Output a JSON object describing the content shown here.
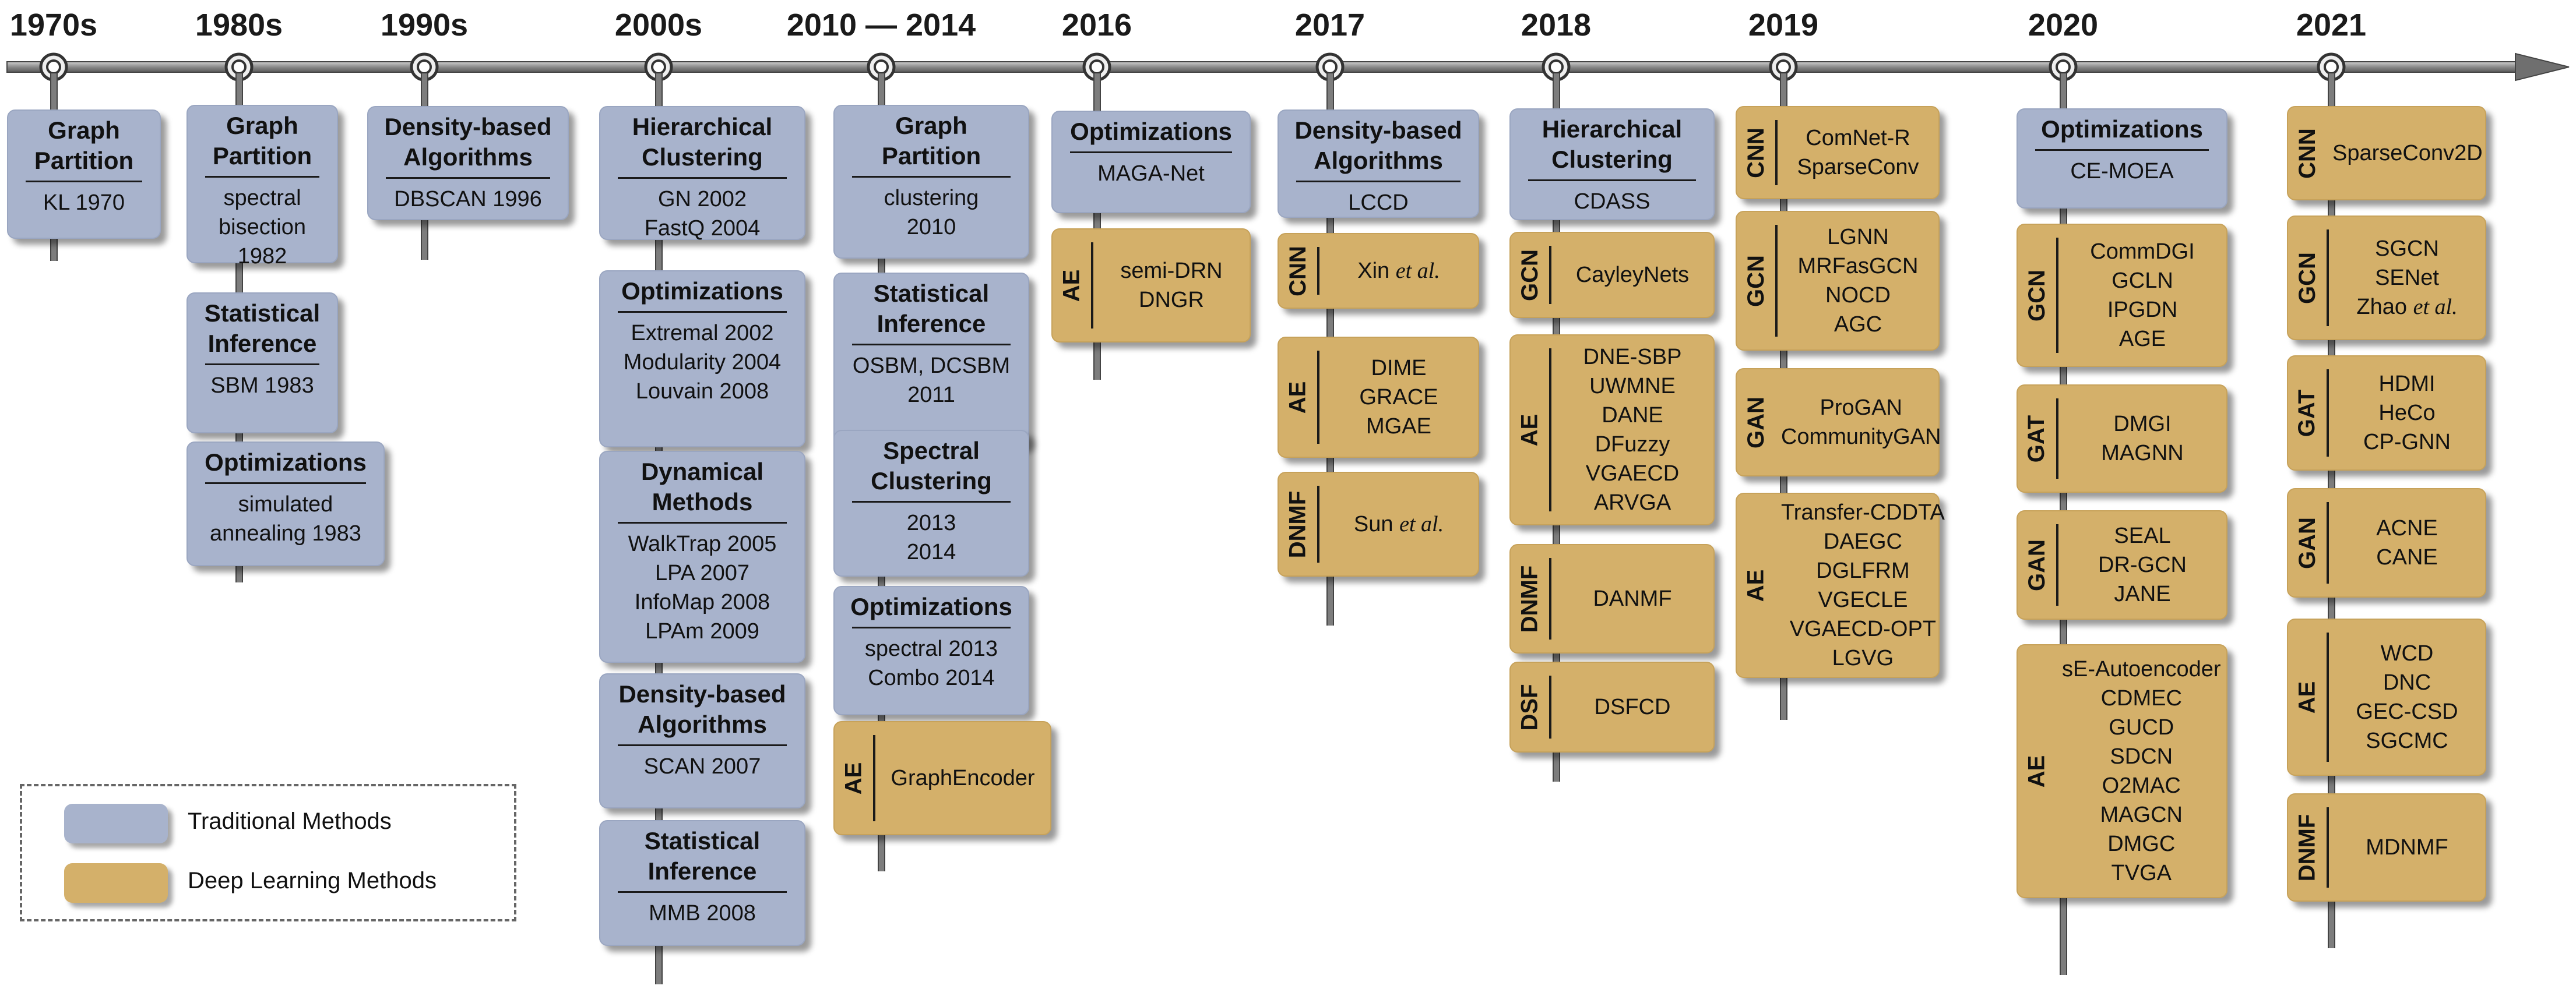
{
  "colors": {
    "traditional": "#a8b3cc",
    "deep_learning": "#d4b06a",
    "axis": "#7d7d7d"
  },
  "timeline": {
    "eras": [
      {
        "year": "1970s",
        "cards": [
          {
            "kind": "traditional",
            "title": "Graph Partition",
            "items": [
              "KL 1970"
            ]
          }
        ]
      },
      {
        "year": "1980s",
        "cards": [
          {
            "kind": "traditional",
            "title": "Graph Partition",
            "items": [
              "spectral",
              "bisection",
              "1982"
            ]
          },
          {
            "kind": "traditional",
            "title": "Statistical Inference",
            "items": [
              "SBM 1983"
            ]
          },
          {
            "kind": "traditional",
            "title": "Optimizations",
            "items": [
              "simulated",
              "annealing 1983"
            ]
          }
        ]
      },
      {
        "year": "1990s",
        "cards": [
          {
            "kind": "traditional",
            "title": "Density-based Algorithms",
            "items": [
              "DBSCAN 1996"
            ]
          }
        ]
      },
      {
        "year": "2000s",
        "cards": [
          {
            "kind": "traditional",
            "title": "Hierarchical Clustering",
            "items": [
              "GN 2002",
              "FastQ 2004"
            ]
          },
          {
            "kind": "traditional",
            "title": "Optimizations",
            "items": [
              "Extremal 2002",
              "Modularity 2004",
              "Louvain 2008"
            ]
          },
          {
            "kind": "traditional",
            "title": "Dynamical Methods",
            "items": [
              "WalkTrap 2005",
              "LPA 2007",
              "InfoMap 2008",
              "LPAm 2009"
            ]
          },
          {
            "kind": "traditional",
            "title": "Density-based Algorithms",
            "items": [
              "SCAN 2007"
            ]
          },
          {
            "kind": "traditional",
            "title": "Statistical Inference",
            "items": [
              "MMB 2008"
            ]
          }
        ]
      },
      {
        "year": "2010 — 2014",
        "cards": [
          {
            "kind": "traditional",
            "title": "Graph Partition",
            "items": [
              "clustering",
              "2010"
            ]
          },
          {
            "kind": "traditional",
            "title": "Statistical Inference",
            "items": [
              "OSBM, DCSBM",
              "2011"
            ]
          },
          {
            "kind": "traditional",
            "title": "Spectral Clustering",
            "items": [
              "2013",
              "2014"
            ]
          },
          {
            "kind": "traditional",
            "title": "Optimizations",
            "items": [
              "spectral 2013",
              "Combo 2014"
            ]
          },
          {
            "kind": "deep",
            "label": "AE",
            "items": [
              "GraphEncoder"
            ]
          }
        ]
      },
      {
        "year": "2016",
        "cards": [
          {
            "kind": "traditional",
            "title": "Optimizations",
            "items": [
              "MAGA-Net"
            ]
          },
          {
            "kind": "deep",
            "label": "AE",
            "items": [
              "semi-DRN",
              "DNGR"
            ]
          }
        ]
      },
      {
        "year": "2017",
        "cards": [
          {
            "kind": "traditional",
            "title": "Density-based Algorithms",
            "items": [
              "LCCD"
            ]
          },
          {
            "kind": "deep",
            "label": "CNN",
            "items": [
              "Xin et al."
            ]
          },
          {
            "kind": "deep",
            "label": "AE",
            "items": [
              "DIME",
              "GRACE",
              "MGAE"
            ]
          },
          {
            "kind": "deep",
            "label": "DNMF",
            "items": [
              "Sun et al."
            ]
          }
        ]
      },
      {
        "year": "2018",
        "cards": [
          {
            "kind": "traditional",
            "title": "Hierarchical Clustering",
            "items": [
              "CDASS"
            ]
          },
          {
            "kind": "deep",
            "label": "GCN",
            "items": [
              "CayleyNets"
            ]
          },
          {
            "kind": "deep",
            "label": "AE",
            "items": [
              "DNE-SBP",
              "UWMNE",
              "DANE",
              "DFuzzy",
              "VGAECD",
              "ARVGA"
            ]
          },
          {
            "kind": "deep",
            "label": "DNMF",
            "items": [
              "DANMF"
            ]
          },
          {
            "kind": "deep",
            "label": "DSF",
            "items": [
              "DSFCD"
            ]
          }
        ]
      },
      {
        "year": "2019",
        "cards": [
          {
            "kind": "deep",
            "label": "CNN",
            "items": [
              "ComNet-R",
              "SparseConv"
            ]
          },
          {
            "kind": "deep",
            "label": "GCN",
            "items": [
              "LGNN",
              "MRFasGCN",
              "NOCD",
              "AGC"
            ]
          },
          {
            "kind": "deep",
            "label": "GAN",
            "items": [
              "ProGAN",
              "CommunityGAN"
            ]
          },
          {
            "kind": "deep",
            "label": "AE",
            "items": [
              "Transfer-CDDTA",
              "DAEGC",
              "DGLFRM",
              "VGECLE",
              "VGAECD-OPT",
              "LGVG"
            ]
          }
        ]
      },
      {
        "year": "2020",
        "cards": [
          {
            "kind": "traditional",
            "title": "Optimizations",
            "items": [
              "CE-MOEA"
            ]
          },
          {
            "kind": "deep",
            "label": "GCN",
            "items": [
              "CommDGI",
              "GCLN",
              "IPGDN",
              "AGE"
            ]
          },
          {
            "kind": "deep",
            "label": "GAT",
            "items": [
              "DMGI",
              "MAGNN"
            ]
          },
          {
            "kind": "deep",
            "label": "GAN",
            "items": [
              "SEAL",
              "DR-GCN",
              "JANE"
            ]
          },
          {
            "kind": "deep",
            "label": "AE",
            "items": [
              "sE-Autoencoder",
              "CDMEC",
              "GUCD",
              "SDCN",
              "O2MAC",
              "MAGCN",
              "DMGC",
              "TVGA"
            ]
          }
        ]
      },
      {
        "year": "2021",
        "cards": [
          {
            "kind": "deep",
            "label": "CNN",
            "items": [
              "SparseConv2D"
            ]
          },
          {
            "kind": "deep",
            "label": "GCN",
            "items": [
              "SGCN",
              "SENet",
              "Zhao et al."
            ]
          },
          {
            "kind": "deep",
            "label": "GAT",
            "items": [
              "HDMI",
              "HeCo",
              "CP-GNN"
            ]
          },
          {
            "kind": "deep",
            "label": "GAN",
            "items": [
              "ACNE",
              "CANE"
            ]
          },
          {
            "kind": "deep",
            "label": "AE",
            "items": [
              "WCD",
              "DNC",
              "GEC-CSD",
              "SGCMC"
            ]
          },
          {
            "kind": "deep",
            "label": "DNMF",
            "items": [
              "MDNMF"
            ]
          }
        ]
      }
    ]
  },
  "legend": {
    "traditional_label": "Traditional Methods",
    "deep_label": "Deep Learning Methods"
  }
}
